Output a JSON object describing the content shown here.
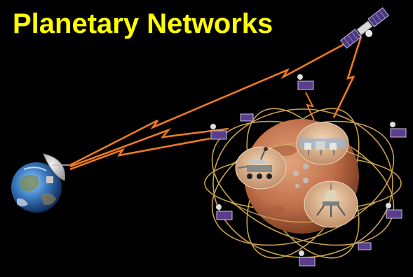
{
  "slide": {
    "title": "Planetary Networks"
  },
  "colors": {
    "background": "#000000",
    "title": "#FFFF00",
    "link": "#F07A1E",
    "orbit": "#C9A24A",
    "mars": "#C0704A",
    "satellite_panel": "#5A3E8C"
  },
  "diagram": {
    "nodes": [
      {
        "id": "earth",
        "kind": "planet",
        "icon": "earth-with-dish-icon"
      },
      {
        "id": "relay",
        "kind": "satellite",
        "icon": "relay-satellite-icon"
      },
      {
        "id": "mars",
        "kind": "planet",
        "icon": "mars-icon"
      },
      {
        "id": "rover",
        "kind": "surface-asset",
        "icon": "rover-icon"
      },
      {
        "id": "lander",
        "kind": "surface-asset",
        "icon": "lander-icon"
      },
      {
        "id": "outpost",
        "kind": "surface-asset",
        "icon": "habitat-icon"
      }
    ],
    "orbiters": 8,
    "links": [
      {
        "from": "earth",
        "to": "relay"
      },
      {
        "from": "earth",
        "to": "mars"
      },
      {
        "from": "relay",
        "to": "mars"
      }
    ]
  }
}
